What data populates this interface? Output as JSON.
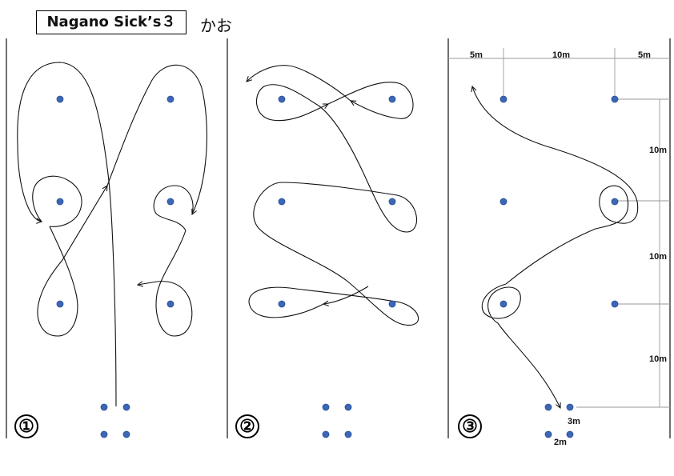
{
  "header": {
    "title": "Nagano Sick’s３",
    "subtitle": "かお"
  },
  "panels": [
    {
      "number": "①"
    },
    {
      "number": "②"
    },
    {
      "number": "③"
    }
  ],
  "dimensions": {
    "top": [
      "5m",
      "10m",
      "5m"
    ],
    "right": [
      "10m",
      "10m",
      "10m"
    ],
    "start_gap_v": "3m",
    "start_gap_h": "2m"
  },
  "colors": {
    "cone": "#3c67b8",
    "path": "#111111",
    "guide": "#9a9a9a"
  }
}
